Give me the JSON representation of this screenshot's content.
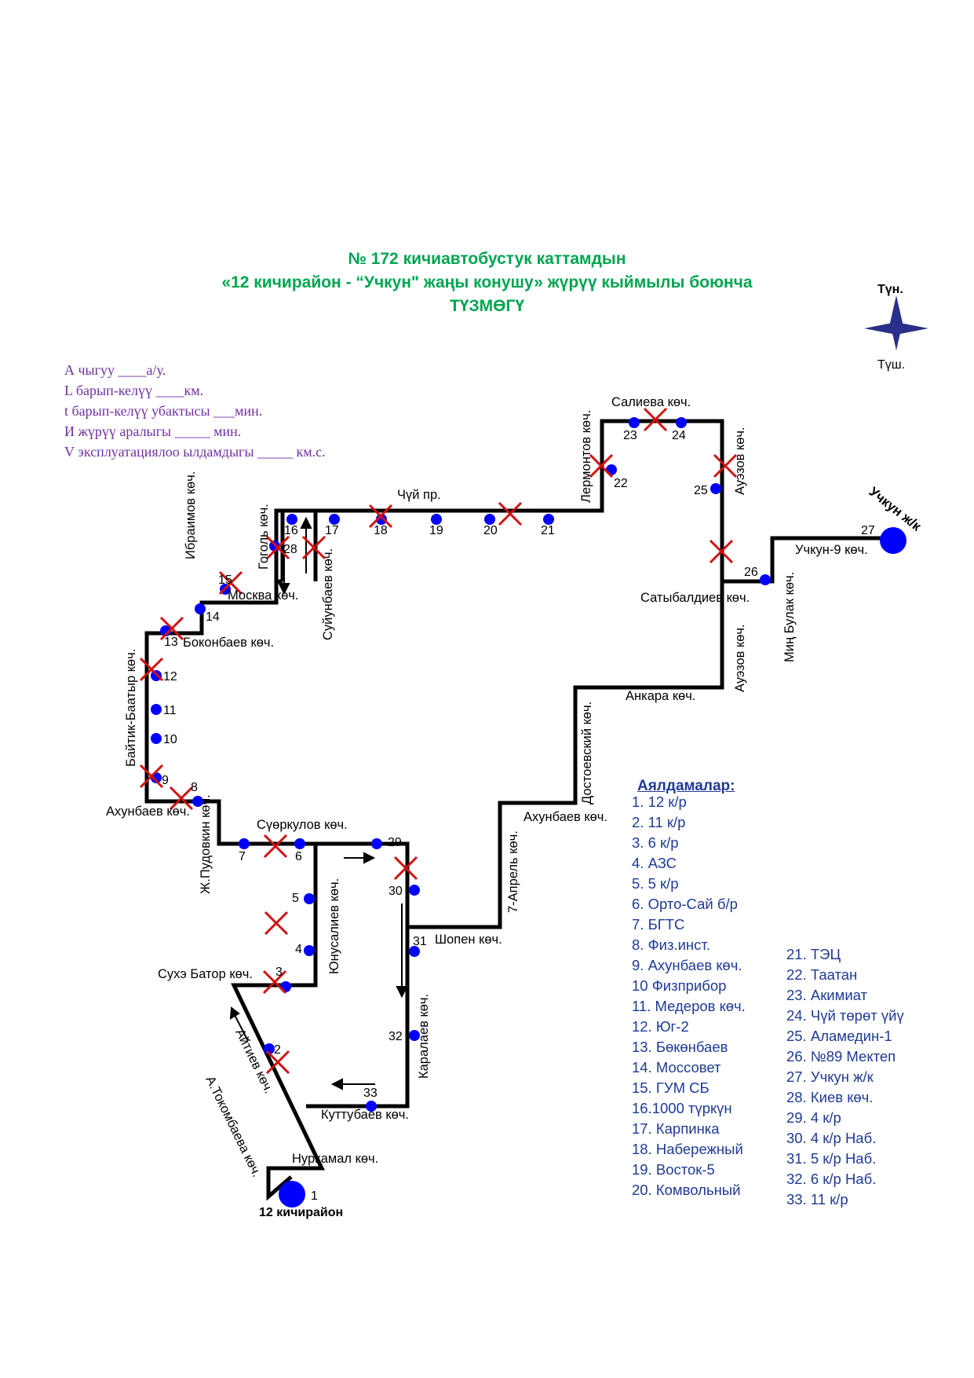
{
  "title": {
    "line1": "№ 172  кичиавтобустук каттамдын",
    "line2": "«12 кичирайон  - “Учкун\" жаңы конушу»  жүрүү кыймылы боюнча",
    "line3": "ТҮЗМӨГҮ"
  },
  "params": [
    "А чыгуу ____а/у.",
    "L барып-келүү  ____км.",
    "t барып-келүү убактысы ___мин.",
    "И жүрүү аралыгы  _____ мин.",
    "V эксплуатациялоо ылдамдыгы _____ км.с."
  ],
  "compass": {
    "north": "Түн.",
    "south": "Түш."
  },
  "streets": [
    "Салиева көч.",
    "Лермонтов көч.",
    "Чүй пр.",
    "Гоголь көч.",
    "Ибраимов  көч.",
    "Москва көч.",
    "Суйунбаев көч.",
    "Ауэзов көч.",
    "Учкун-9 көч.",
    "Сатыбалдиев  көч.",
    "Миң Булак көч.",
    "Ауэзов көч.",
    "Анкара көч.",
    "Достоевский көч.",
    "Боконбаев көч.",
    "Байтик-Баатыр көч.",
    "Ахунбаев  көч.",
    "Ж.Пудовкин көч.",
    "Сүөркулов көч.",
    "Ахунбаев көч.",
    "7-Апрель көч.",
    "Юнусалиев көч.",
    "Шопен көч.",
    "Сухэ Батор көч.",
    "Каралаев көч.",
    "Айтиев көч.",
    "А.Токомбаева көч.",
    "Куттубаев көч.",
    "Нуркамал көч."
  ],
  "terminals": {
    "start": "12 кичирайон",
    "end": "Учкун ж/к"
  },
  "stop_numbers": [
    "1",
    "2",
    "3",
    "4",
    "5",
    "6",
    "7",
    "8",
    "9",
    "10",
    "11",
    "12",
    "13",
    "14",
    "15",
    "16",
    "17",
    "18",
    "19",
    "20",
    "21",
    "22",
    "23",
    "24",
    "25",
    "26",
    "27",
    "28",
    "29",
    "30",
    "31",
    "32",
    "33"
  ],
  "legend": {
    "heading": "Аялдамалар:",
    "col1": [
      "1. 12 к/р",
      "2. 11 к/р",
      "3. 6 к/р",
      "4. АЗС",
      "5. 5 к/р",
      "6. Орто-Сай б/р",
      "7. БГТС",
      "8. Физ.инст.",
      "9. Ахунбаев көч.",
      "10 Физприбор",
      "11. Медеров көч.",
      "12. Юг-2",
      "13. Бөкөнбаев",
      "14. Моссовет",
      "15.  ГУМ СБ",
      "16.1000 түркүн",
      "17. Карпинка",
      "18. Набережный",
      "19. Восток-5",
      "20. Комвольный"
    ],
    "col2": [
      "21. ТЭЦ",
      "22. Таатан",
      "23. Акимиат",
      "24. Чүй төрөт үйү",
      "25. Аламедин-1",
      "26. №89 Мектеп",
      "27. Учкун ж/к",
      "28. Киев көч.",
      "29. 4 к/р",
      "30. 4 к/р Наб.",
      "31. 5 к/р Наб.",
      "32. 6 к/р Наб.",
      "33. 11 к/р"
    ]
  },
  "colors": {
    "title": "#00a550",
    "params": "#7030a0",
    "legend": "#1f3a93",
    "route": "#000000",
    "stop": "#0000ff",
    "closed_stop_cross": "#d01010",
    "compass": "#2a2f8a"
  }
}
